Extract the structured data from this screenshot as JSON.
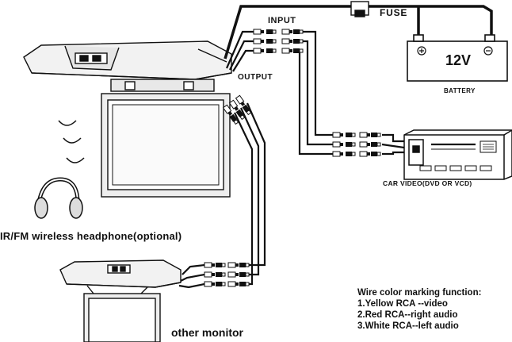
{
  "labels": {
    "input": "INPUT",
    "fuse": "FUSE",
    "output": "OUTPUT",
    "battery_voltage": "12V",
    "battery": "BATTERY",
    "car_video": "CAR VIDEO(DVD OR VCD)",
    "headphone": "IR/FM wireless headphone(optional)",
    "other_monitor": "other monitor"
  },
  "legend": {
    "title": "Wire color marking function:",
    "items": [
      "1.Yellow RCA --video",
      "2.Red RCA--right audio",
      "3.White RCA--left audio"
    ]
  },
  "icons": {
    "battery_positive": "plus-icon",
    "battery_negative": "minus-icon",
    "wireless_signal": "signal-wave-icon",
    "headphone": "headphone-icon"
  },
  "colors": {
    "line": "#111111",
    "fill": "#ffffff",
    "shade": "#d9d9d9"
  }
}
